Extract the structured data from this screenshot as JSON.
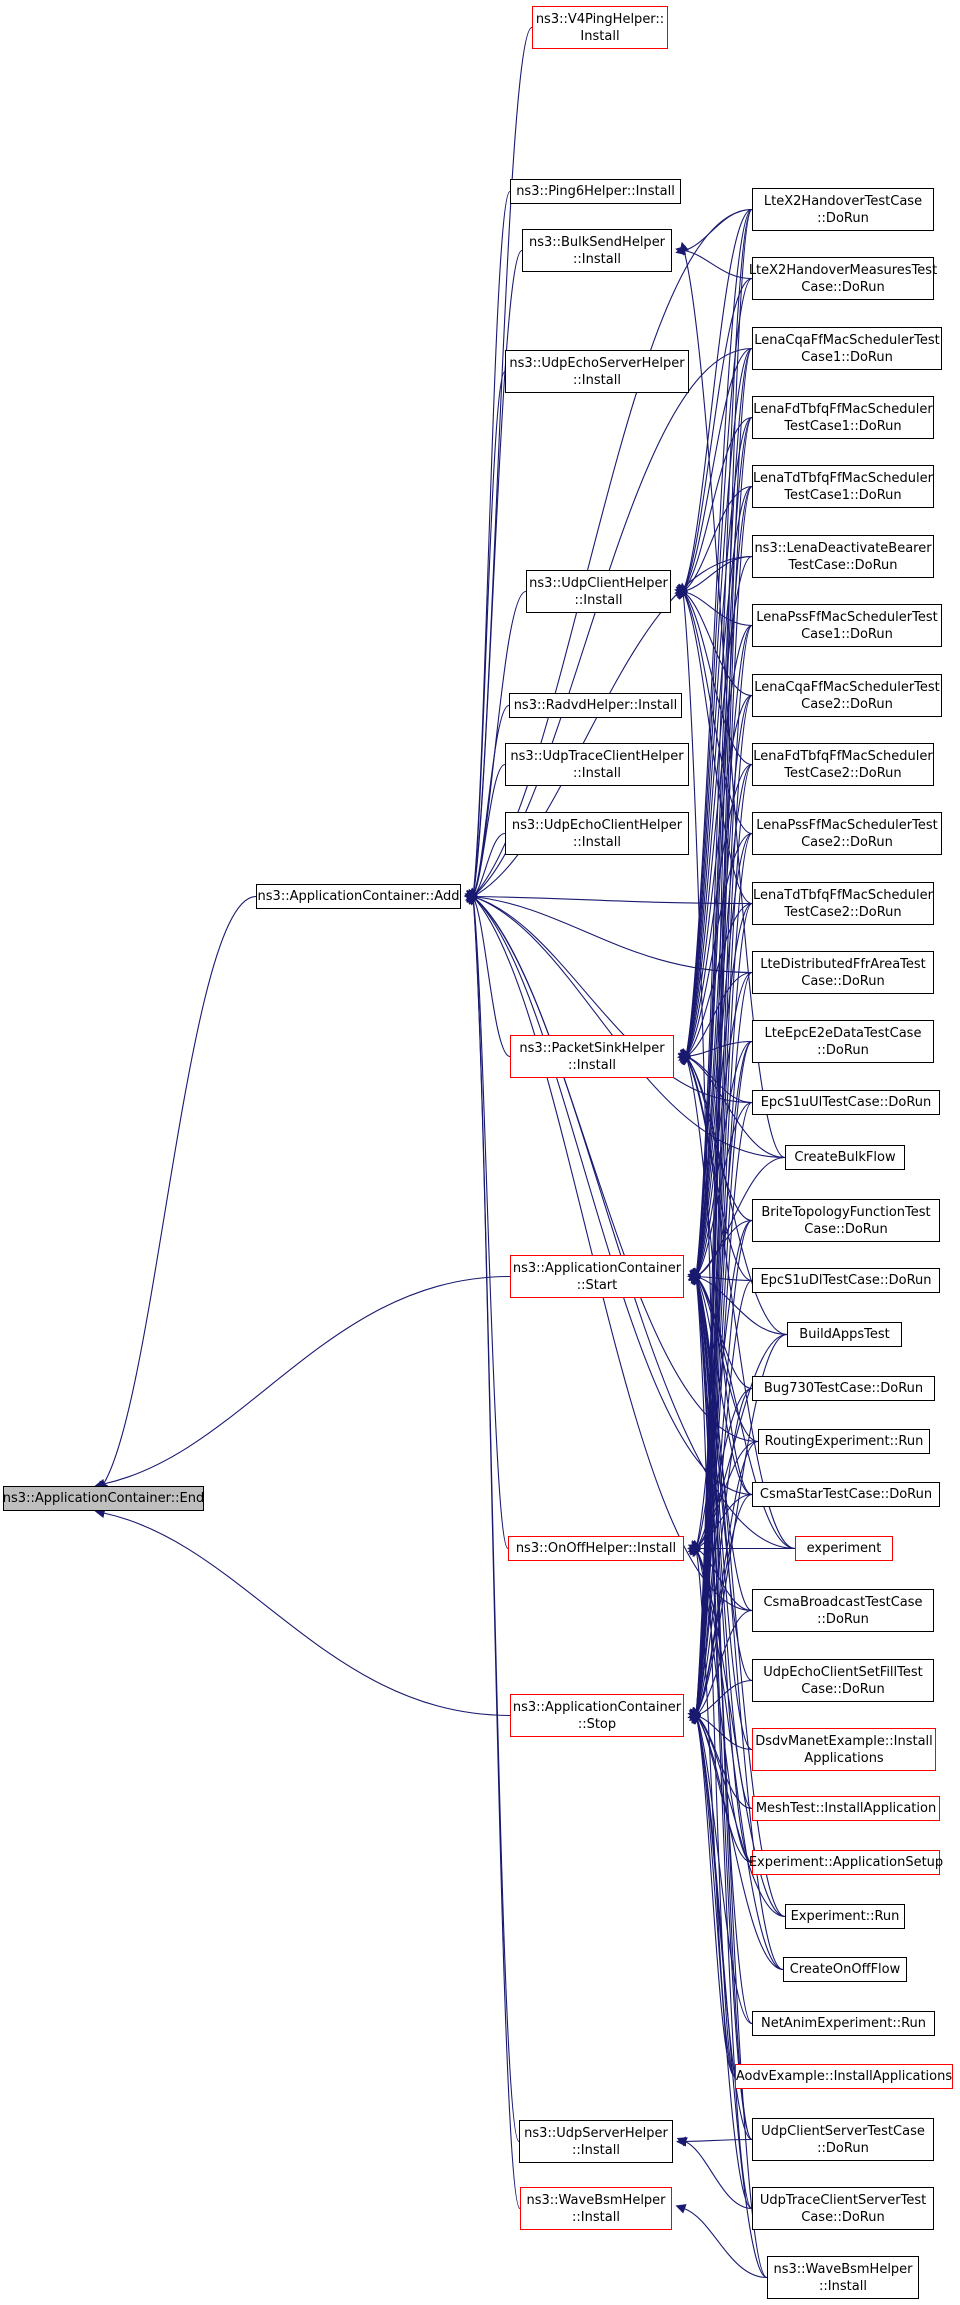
{
  "colors": {
    "edge": "#191970",
    "border": "#000000",
    "highlight_border": "#ff0000",
    "root_fill": "#bfbfbf",
    "background": "#ffffff"
  },
  "nodes": {
    "root": "ns3::ApplicationContainer::End",
    "add": "ns3::ApplicationContainer::Add",
    "start": "ns3::ApplicationContainer\n::Start",
    "stop": "ns3::ApplicationContainer\n::Stop",
    "v4ping": "ns3::V4PingHelper::\nInstall",
    "ping6": "ns3::Ping6Helper::Install",
    "bulksend": "ns3::BulkSendHelper\n::Install",
    "udpechoserver": "ns3::UdpEchoServerHelper\n::Install",
    "udpclient": "ns3::UdpClientHelper\n::Install",
    "radvd": "ns3::RadvdHelper::Install",
    "udptraceclient": "ns3::UdpTraceClientHelper\n::Install",
    "udpechoclient": "ns3::UdpEchoClientHelper\n::Install",
    "packetsink": "ns3::PacketSinkHelper\n::Install",
    "onoff": "ns3::OnOffHelper::Install",
    "udpserver": "ns3::UdpServerHelper\n::Install",
    "wavebsm_mid": "ns3::WaveBsmHelper\n::Install",
    "ltex2ho": "LteX2HandoverTestCase\n::DoRun",
    "ltex2hom": "LteX2HandoverMeasuresTest\nCase::DoRun",
    "lenacqa1": "LenaCqaFfMacSchedulerTest\nCase1::DoRun",
    "lenafdtb1": "LenaFdTbfqFfMacScheduler\nTestCase1::DoRun",
    "lenatdtb1": "LenaTdTbfqFfMacScheduler\nTestCase1::DoRun",
    "lenadeact": "ns3::LenaDeactivateBearer\nTestCase::DoRun",
    "lenapss1": "LenaPssFfMacSchedulerTest\nCase1::DoRun",
    "lenacqa2": "LenaCqaFfMacSchedulerTest\nCase2::DoRun",
    "lenafdtb2": "LenaFdTbfqFfMacScheduler\nTestCase2::DoRun",
    "lenapss2": "LenaPssFfMacSchedulerTest\nCase2::DoRun",
    "lenatdtb2": "LenaTdTbfqFfMacScheduler\nTestCase2::DoRun",
    "ltedistffr": "LteDistributedFfrAreaTest\nCase::DoRun",
    "lteepce2e": "LteEpcE2eDataTestCase\n::DoRun",
    "epcs1uul": "EpcS1uUlTestCase::DoRun",
    "createbulk": "CreateBulkFlow",
    "britetopo": "BriteTopologyFunctionTest\nCase::DoRun",
    "epcs1udl": "EpcS1uDlTestCase::DoRun",
    "buildapps": "BuildAppsTest",
    "bug730": "Bug730TestCase::DoRun",
    "routingexp": "RoutingExperiment::Run",
    "csmastar": "CsmaStarTestCase::DoRun",
    "experiment": "experiment",
    "csmabcast": "CsmaBroadcastTestCase\n::DoRun",
    "udpechofill": "UdpEchoClientSetFillTest\nCase::DoRun",
    "dsdvmanet": "DsdvManetExample::Install\nApplications",
    "meshtest": "MeshTest::InstallApplication",
    "expappsetup": "Experiment::ApplicationSetup",
    "exprun": "Experiment::Run",
    "createonoff": "CreateOnOffFlow",
    "netanimexp": "NetAnimExperiment::Run",
    "aodvexample": "AodvExample::InstallApplications",
    "udpclientserver": "UdpClientServerTestCase\n::DoRun",
    "udptraceclientserver": "UdpTraceClientServerTest\nCase::DoRun",
    "wavebsm_right": "ns3::WaveBsmHelper\n::Install"
  }
}
